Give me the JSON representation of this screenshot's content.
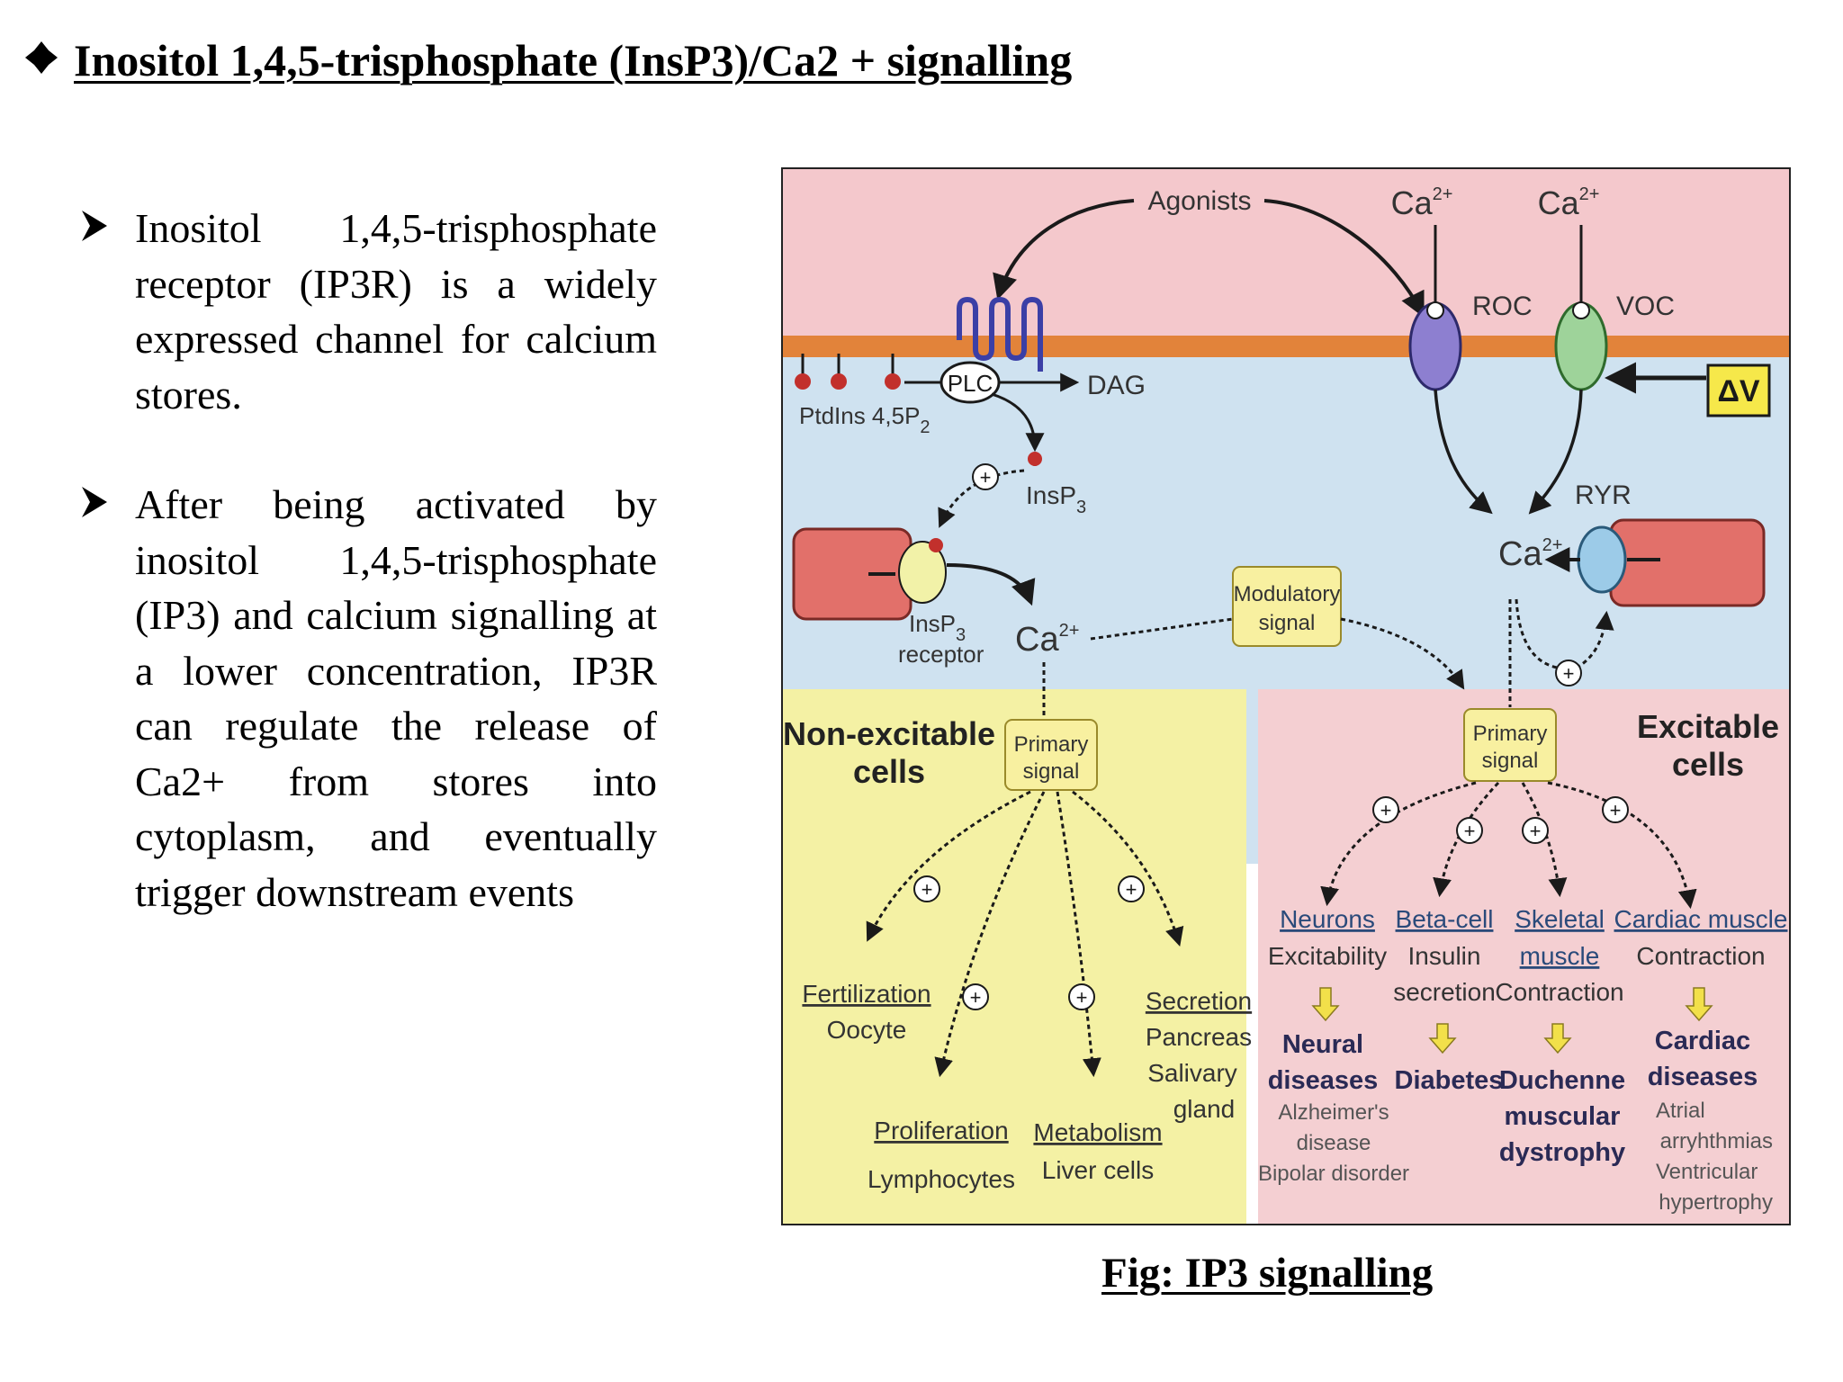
{
  "heading": {
    "title": "Inositol 1,4,5-trisphosphate (InsP3)/Ca2 + signalling"
  },
  "bullets": [
    "Inositol 1,4,5-trisphosphate receptor (IP3R) is a widely expressed channel for calcium stores.",
    "After being activated by inositol 1,4,5-trisphosphate (IP3) and calcium signalling at a lower concentration, IP3R can regulate the release of Ca2+ from stores into cytoplasm, and eventually trigger downstream events"
  ],
  "figure": {
    "agonists": "Agonists",
    "ca": "Ca",
    "two_plus": "2+",
    "roc": "ROC",
    "voc": "VOC",
    "delta_v": "ΔV",
    "plc": "PLC",
    "dag": "DAG",
    "ptdins_main": "PtdIns 4,5P",
    "ptdins_sub": "2",
    "insp_main": "InsP",
    "insp_sub": "3",
    "receptor": "receptor",
    "ryr": "RYR",
    "plus": "+",
    "modulatory_line1": "Modulatory",
    "modulatory_line2": "signal",
    "primary_line1": "Primary",
    "primary_line2": "signal",
    "nonexcitable_line1": "Non-excitable",
    "nonexcitable_line2": "cells",
    "excitable_line1": "Excitable",
    "excitable_line2": "cells",
    "fertilization": "Fertilization",
    "oocyte": "Oocyte",
    "proliferation": "Proliferation",
    "lymphocytes": "Lymphocytes",
    "metabolism": "Metabolism",
    "liver_cells": "Liver cells",
    "secretion": "Secretion",
    "pancreas": "Pancreas",
    "salivary": "Salivary",
    "gland": "gland",
    "neurons": "Neurons",
    "excitability": "Excitability",
    "neural": "Neural",
    "diseases": "diseases",
    "alzheimers": "Alzheimer's",
    "disease": "disease",
    "bipolar": "Bipolar disorder",
    "beta_cell": "Beta-cell",
    "insulin": "Insulin",
    "secretion_lc": "secretion",
    "diabetes": "Diabetes",
    "skeletal": "Skeletal",
    "muscle": "muscle",
    "contraction": "Contraction",
    "duchenne": "Duchenne",
    "muscular": "muscular",
    "dystrophy": "dystrophy",
    "cardiac_muscle": "Cardiac muscle",
    "cardiac": "Cardiac",
    "atrial": "Atrial",
    "arrhythmias": "arryhthmias",
    "ventricular": "Ventricular",
    "hypertrophy": "hypertrophy"
  },
  "caption": "Fig: IP3 signalling",
  "colors": {
    "extracellular": "#f4c8cc",
    "membrane": "#e2833a",
    "cytoplasm": "#cfe2f0",
    "nonexcitable_bg": "#f4f1a4",
    "excitable_bg": "#f4cfd2",
    "store": "#e2706a",
    "signal_box": "#f8f0a0",
    "plc_receptor": "#3b3fa6",
    "roc": "#8d7fd0",
    "voc": "#9ed39a",
    "ryr": "#9ccbe8"
  }
}
